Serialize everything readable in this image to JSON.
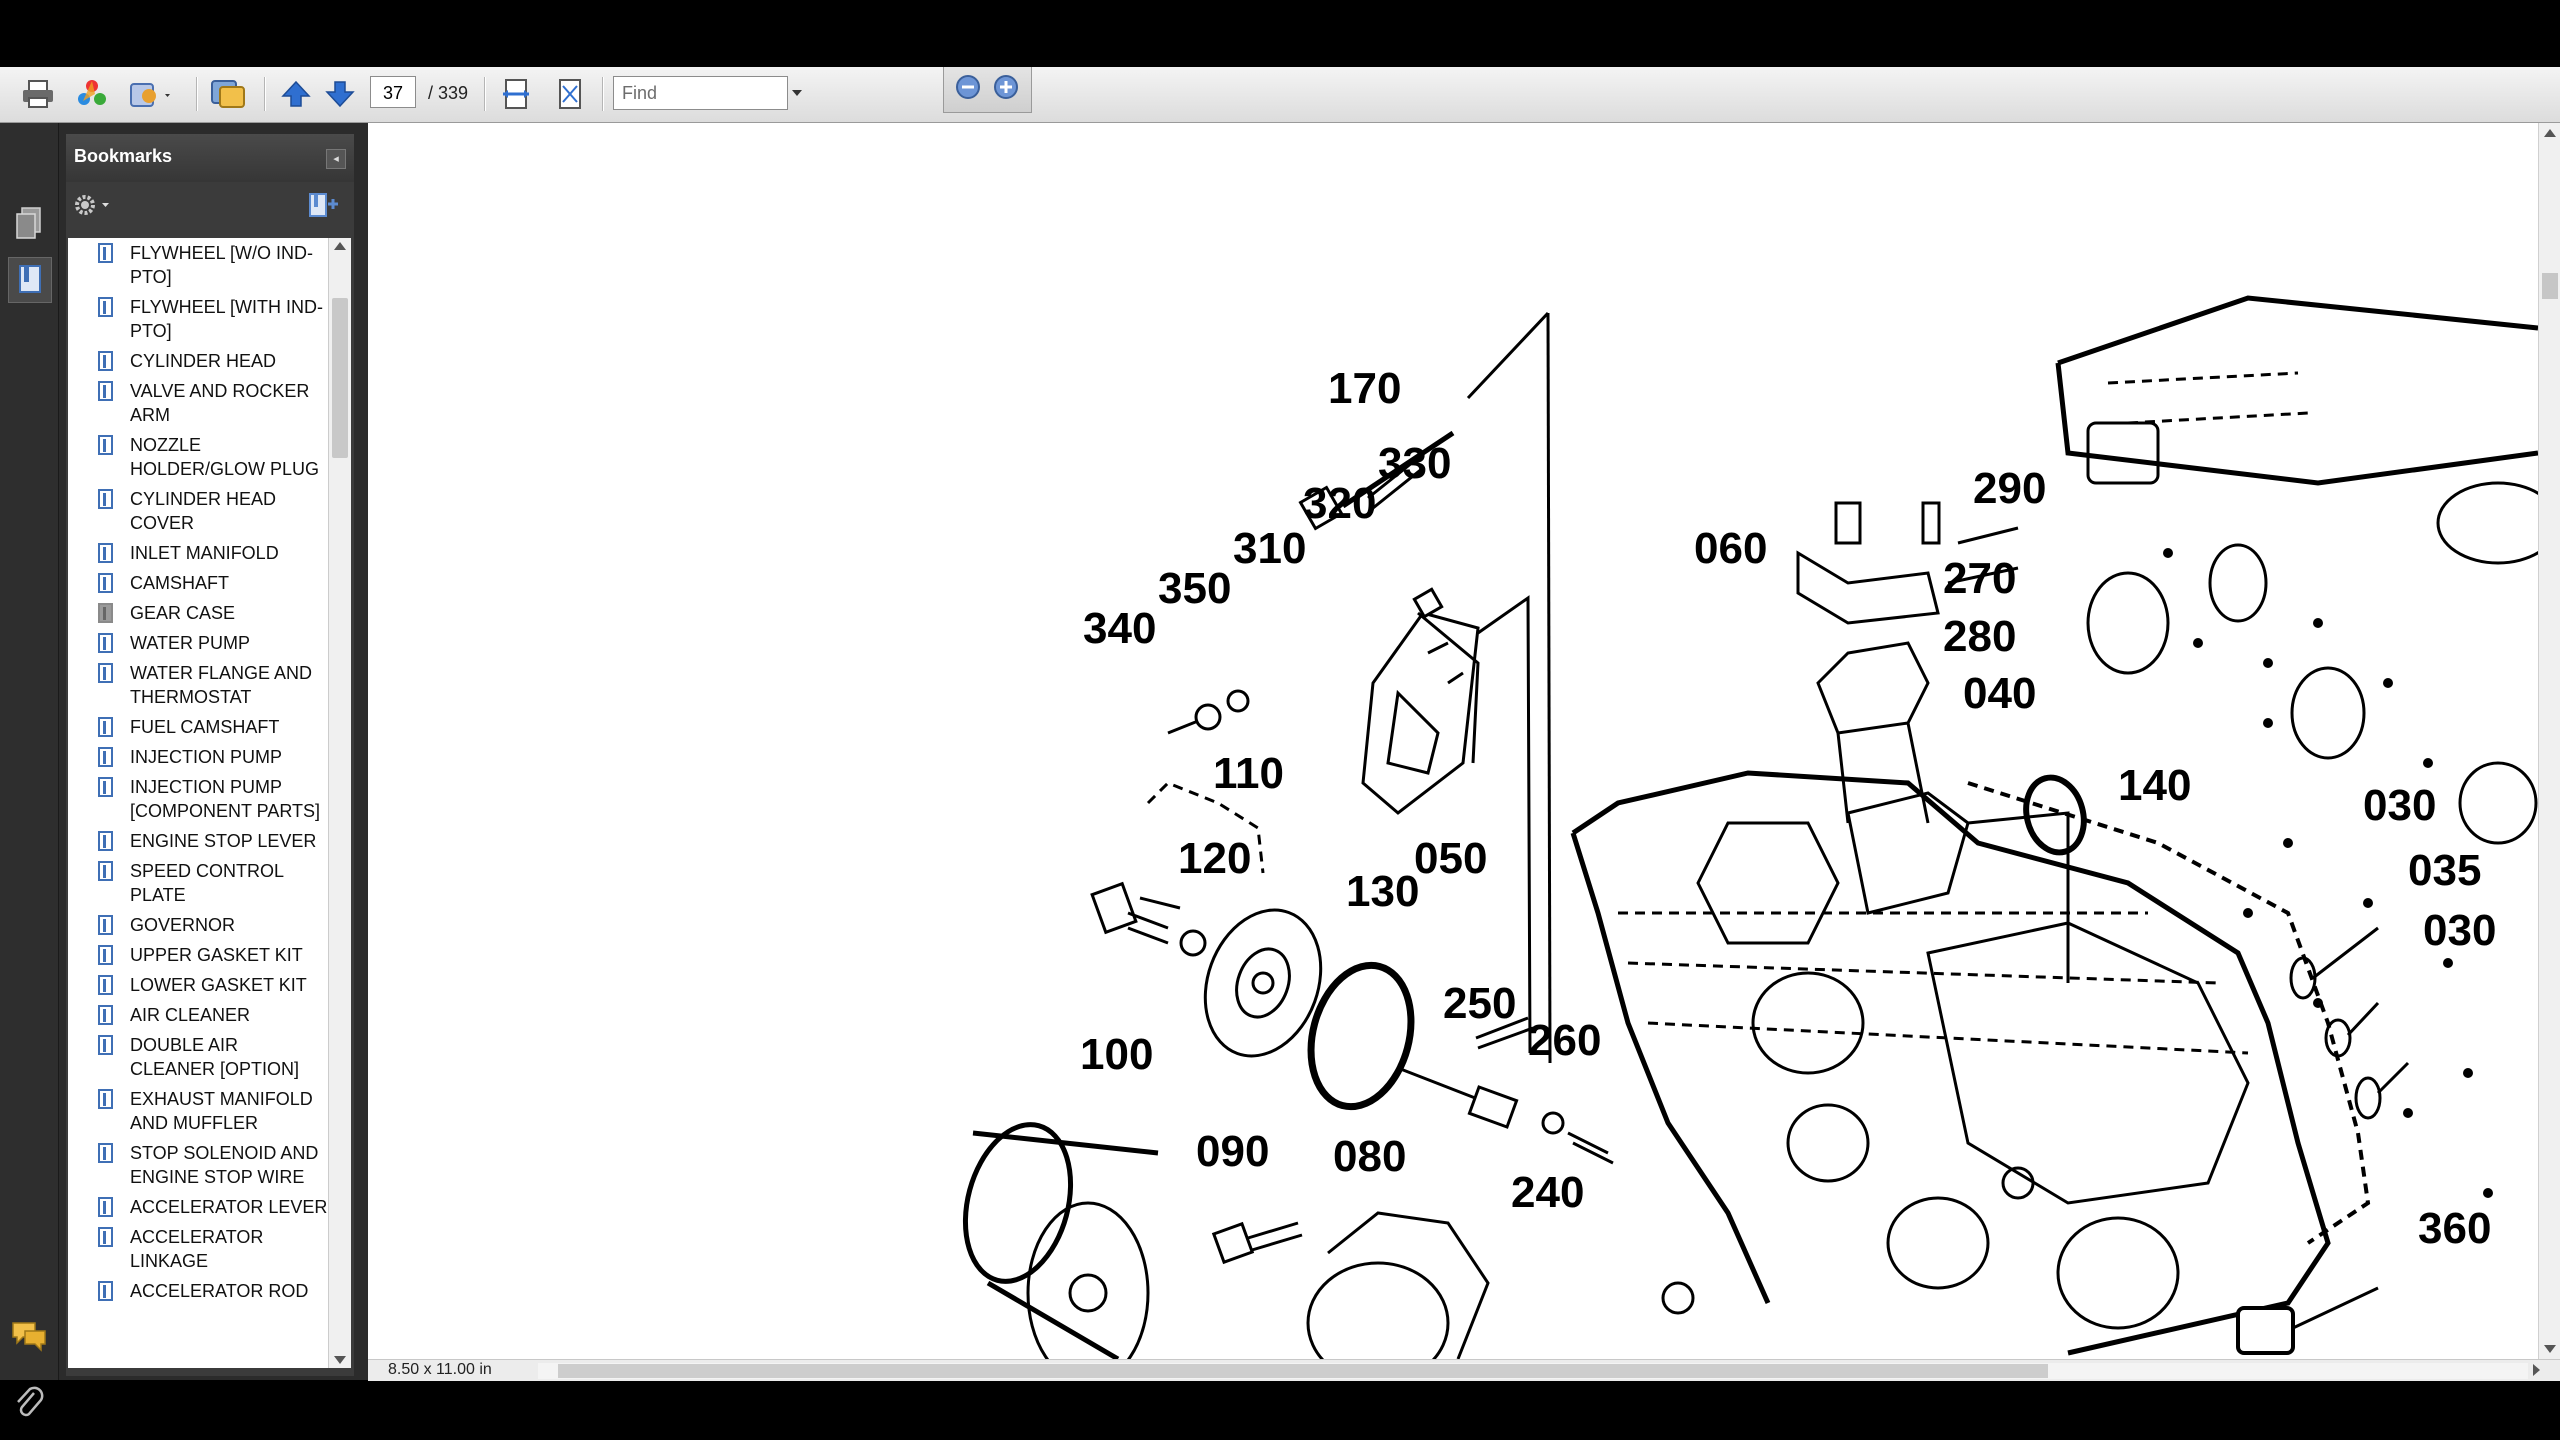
{
  "toolbar": {
    "current_page": "37",
    "page_total": "/  339",
    "find_placeholder": "Find"
  },
  "bookmarks": {
    "title": "Bookmarks",
    "items": [
      {
        "label": "FLYWHEEL [W/O IND-PTO]",
        "active": false
      },
      {
        "label": "FLYWHEEL [WITH IND-PTO]",
        "active": false
      },
      {
        "label": "CYLINDER HEAD",
        "active": false
      },
      {
        "label": "VALVE AND ROCKER ARM",
        "active": false
      },
      {
        "label": "NOZZLE HOLDER/GLOW PLUG",
        "active": false
      },
      {
        "label": "CYLINDER HEAD COVER",
        "active": false
      },
      {
        "label": "INLET MANIFOLD",
        "active": false
      },
      {
        "label": "CAMSHAFT",
        "active": false
      },
      {
        "label": "GEAR CASE",
        "active": true
      },
      {
        "label": "WATER PUMP",
        "active": false
      },
      {
        "label": "WATER FLANGE AND THERMOSTAT",
        "active": false
      },
      {
        "label": "FUEL CAMSHAFT",
        "active": false
      },
      {
        "label": "INJECTION PUMP",
        "active": false
      },
      {
        "label": "INJECTION PUMP [COMPONENT PARTS]",
        "active": false
      },
      {
        "label": "ENGINE STOP LEVER",
        "active": false
      },
      {
        "label": "SPEED CONTROL PLATE",
        "active": false
      },
      {
        "label": "GOVERNOR",
        "active": false
      },
      {
        "label": "UPPER GASKET KIT",
        "active": false
      },
      {
        "label": "LOWER GASKET KIT",
        "active": false
      },
      {
        "label": "AIR CLEANER",
        "active": false
      },
      {
        "label": "DOUBLE AIR CLEANER [OPTION]",
        "active": false
      },
      {
        "label": "EXHAUST MANIFOLD AND MUFFLER",
        "active": false
      },
      {
        "label": "STOP SOLENOID AND ENGINE STOP WIRE",
        "active": false
      },
      {
        "label": "ACCELERATOR LEVER",
        "active": false
      },
      {
        "label": "ACCELERATOR LINKAGE",
        "active": false
      },
      {
        "label": "ACCELERATOR ROD",
        "active": false
      }
    ]
  },
  "diagram": {
    "callouts": [
      "170",
      "330",
      "320",
      "310",
      "350",
      "340",
      "290",
      "270",
      "280",
      "060",
      "040",
      "110",
      "120",
      "130",
      "050",
      "140",
      "030",
      "035",
      "030",
      "100",
      "250",
      "260",
      "240",
      "090",
      "080",
      "360"
    ]
  },
  "status": {
    "page_size": "8.50 x 11.00 in"
  },
  "colors": {
    "toolbar_bg": "#e6e6e6",
    "panel_bg": "#3b3b3b",
    "bookmark_icon": "#3f6fb5"
  }
}
